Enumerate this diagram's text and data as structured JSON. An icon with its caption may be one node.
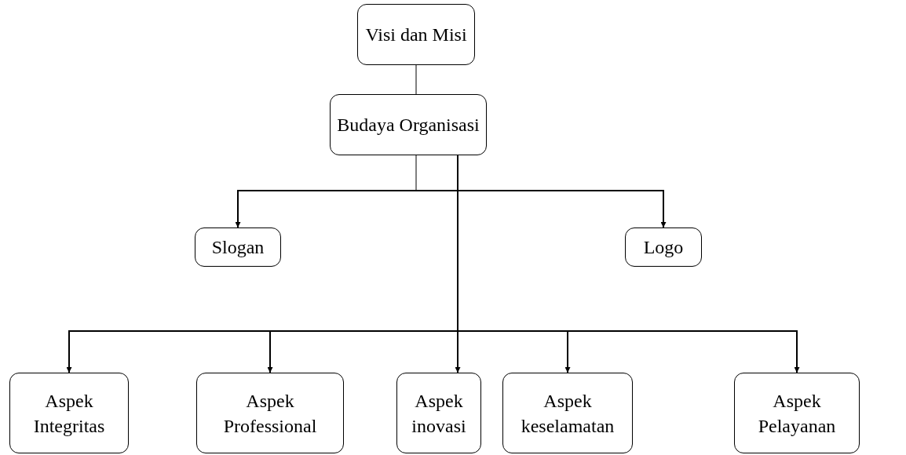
{
  "diagram": {
    "nodes": [
      {
        "text": [
          "Visi dan Misi"
        ]
      },
      {
        "text": [
          "Budaya Organisasi"
        ]
      },
      {
        "text": [
          "Slogan"
        ]
      },
      {
        "text": [
          "Logo"
        ]
      },
      {
        "text": [
          "Aspek Integritas"
        ]
      },
      {
        "text": [
          "Aspek Professional"
        ]
      },
      {
        "text": [
          "Aspek inovasi"
        ]
      },
      {
        "text": [
          "Aspek keselamatan"
        ]
      },
      {
        "text": [
          "Aspek Pelayanan"
        ]
      }
    ],
    "edges": [
      {
        "from": 0,
        "to": 1,
        "arrow": "none"
      },
      {
        "from": 1,
        "to": 2,
        "arrow": "to"
      },
      {
        "from": 1,
        "to": 3,
        "arrow": "to"
      },
      {
        "from": 1,
        "to": 4,
        "arrow": "to"
      },
      {
        "from": 1,
        "to": 5,
        "arrow": "to"
      },
      {
        "from": 1,
        "to": 6,
        "arrow": "to"
      },
      {
        "from": 1,
        "to": 7,
        "arrow": "to"
      },
      {
        "from": 1,
        "to": 8,
        "arrow": "to"
      }
    ]
  }
}
